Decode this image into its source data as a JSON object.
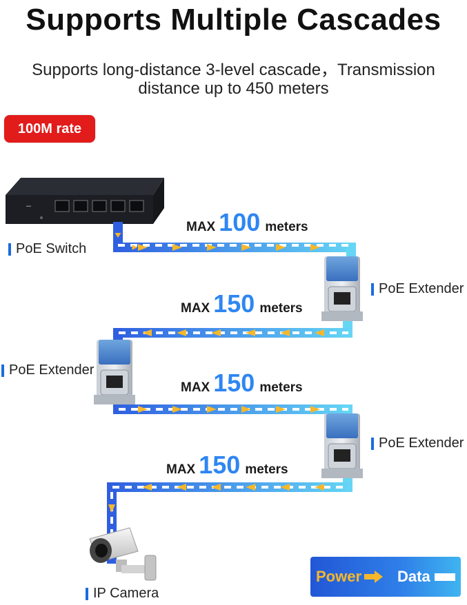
{
  "header": {
    "title": "Supports Multiple Cascades",
    "subtitle_line1": "Supports long-distance 3-level cascade，Transmission",
    "subtitle_line2": "distance up to 450 meters"
  },
  "rate_badge": "100M rate",
  "devices": {
    "switch": "PoE Switch",
    "extender1": "PoE Extender",
    "extender2": "PoE Extender",
    "extender3": "PoE Extender",
    "camera": "IP Camera"
  },
  "segments": [
    {
      "max": "MAX",
      "value": "100",
      "unit": "meters"
    },
    {
      "max": "MAX",
      "value": "150",
      "unit": "meters"
    },
    {
      "max": "MAX",
      "value": "150",
      "unit": "meters"
    },
    {
      "max": "MAX",
      "value": "150",
      "unit": "meters"
    }
  ],
  "legend": {
    "power": "Power",
    "data": "Data"
  },
  "colors": {
    "accent_blue": "#2e86f2",
    "badge_red": "#e21b1b",
    "power_arrow": "#f6b72b",
    "cable_blue": "#2f6fe0",
    "cable_cyan": "#5fd3f5"
  }
}
